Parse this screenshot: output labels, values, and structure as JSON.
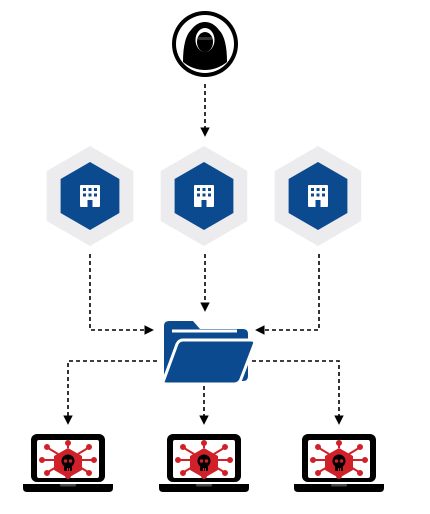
{
  "diagram": {
    "colors": {
      "brand_blue": "#0b4a8f",
      "hex_bg": "#ececee",
      "threat_red": "#d0202a",
      "ink": "#000000",
      "white": "#ffffff"
    },
    "nodes": {
      "attacker": {
        "icon": "hacker-icon"
      },
      "organizations": [
        {
          "icon": "building-icon"
        },
        {
          "icon": "building-icon"
        },
        {
          "icon": "building-icon"
        }
      ],
      "shared_resource": {
        "icon": "folder-icon"
      },
      "victims": [
        {
          "icon": "infected-laptop-icon"
        },
        {
          "icon": "infected-laptop-icon"
        },
        {
          "icon": "infected-laptop-icon"
        }
      ]
    },
    "edges": [
      {
        "from": "attacker",
        "to": "organization-2",
        "style": "dashed-arrow"
      },
      {
        "from": "organization-1",
        "to": "shared-folder",
        "style": "dashed-arrow"
      },
      {
        "from": "organization-2",
        "to": "shared-folder",
        "style": "dashed-arrow"
      },
      {
        "from": "organization-3",
        "to": "shared-folder",
        "style": "dashed-arrow"
      },
      {
        "from": "shared-folder",
        "to": "victim-laptop-1",
        "style": "dashed-arrow"
      },
      {
        "from": "shared-folder",
        "to": "victim-laptop-2",
        "style": "dashed-arrow"
      },
      {
        "from": "shared-folder",
        "to": "victim-laptop-3",
        "style": "dashed-arrow"
      }
    ]
  }
}
